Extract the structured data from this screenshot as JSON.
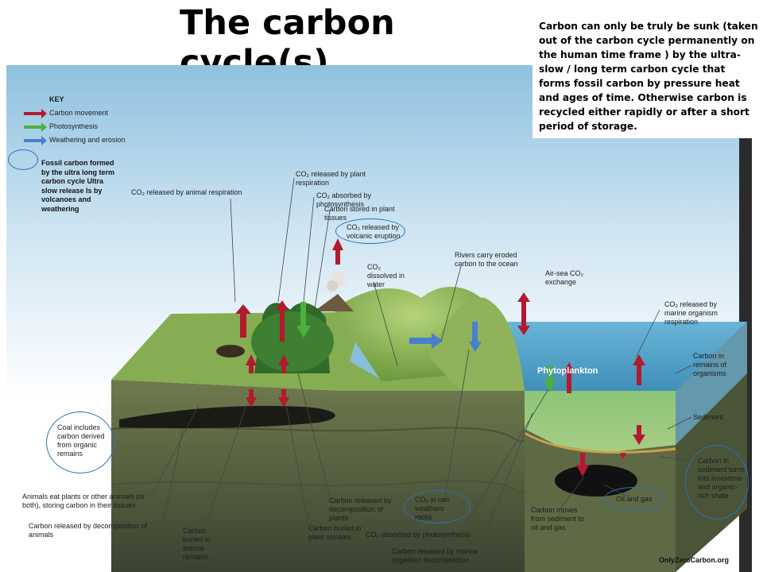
{
  "title": "The carbon cycle(s)",
  "note": "Carbon can only be truly be sunk (taken out of the carbon cycle permanently on the human time frame ) by the ultra-slow / long term carbon cycle that forms fossil carbon  by pressure heat and ages of time. Otherwise carbon is recycled  either rapidly or after a short period of storage.",
  "key": {
    "title": "KEY",
    "items": [
      {
        "label": "Carbon movement",
        "color": "#b3192f"
      },
      {
        "label": "Photosynthesis",
        "color": "#4caf3c"
      },
      {
        "label": "Weathering and erosion",
        "color": "#4a7fd0"
      }
    ]
  },
  "fossil_note": "Fossil carbon formed by the ultra long term carbon cycle Ultra slow release Is by volcanoes and weathering",
  "labels": {
    "co2_plant_resp": "CO₂ released by plant respiration",
    "co2_animal_resp": "CO₂ released by animal respiration",
    "co2_absorbed_photo": "CO₂ absorbed by photosynthesis",
    "carbon_plant_tissues": "Carbon stored in plant tissues",
    "co2_volcanic": "CO₂ released by volcanic eruption",
    "co2_dissolved": "CO₂ dissolved in water",
    "rivers": "Rivers carry eroded carbon to the ocean",
    "air_sea": "Air-sea CO₂ exchange",
    "co2_marine_resp": "CO₂ released by marine organism respiration",
    "carbon_remains_org": "Carbon in remains of organisms",
    "sediment": "Sediment",
    "carbon_sediment_limestone": "Carbon in sediment turns into limestone and organic-rich shale",
    "phytoplankton": "Phytoplankton",
    "coal": "Coal includes carbon derived from organic remains",
    "animals_eat": "Animals eat plants or other animals (or both), storing carbon in their tissues",
    "carbon_decomp_animals": "Carbon released by decomposition of animals",
    "carbon_buried_animal": "Carbon buried in animal remains",
    "carbon_buried_plant": "Carbon buried in plant remains",
    "carbon_decomp_plants": "Carbon released by decomposition of plants",
    "co2_rain": "CO₂ in rain weathers rocks",
    "co2_absorbed_photo_sea": "CO₂ absorbed by photosynthesis",
    "carbon_marine_decomp": "Carbon released by marine organism decomposition",
    "carbon_moves": "Carbon moves from sediment to oil and gas",
    "oil_gas": "Oil and gas",
    "credit": "OnlyZeroCarbon.org"
  },
  "colors": {
    "sky": "#c9e1f0",
    "grass": "#7aa64a",
    "soil": "#5b6244",
    "ocean": "#5aa6cc",
    "carbon_arrow": "#b3192f",
    "photo_arrow": "#4caf3c",
    "weather_arrow": "#4a7fd0",
    "circle": "#2f6fb8"
  }
}
